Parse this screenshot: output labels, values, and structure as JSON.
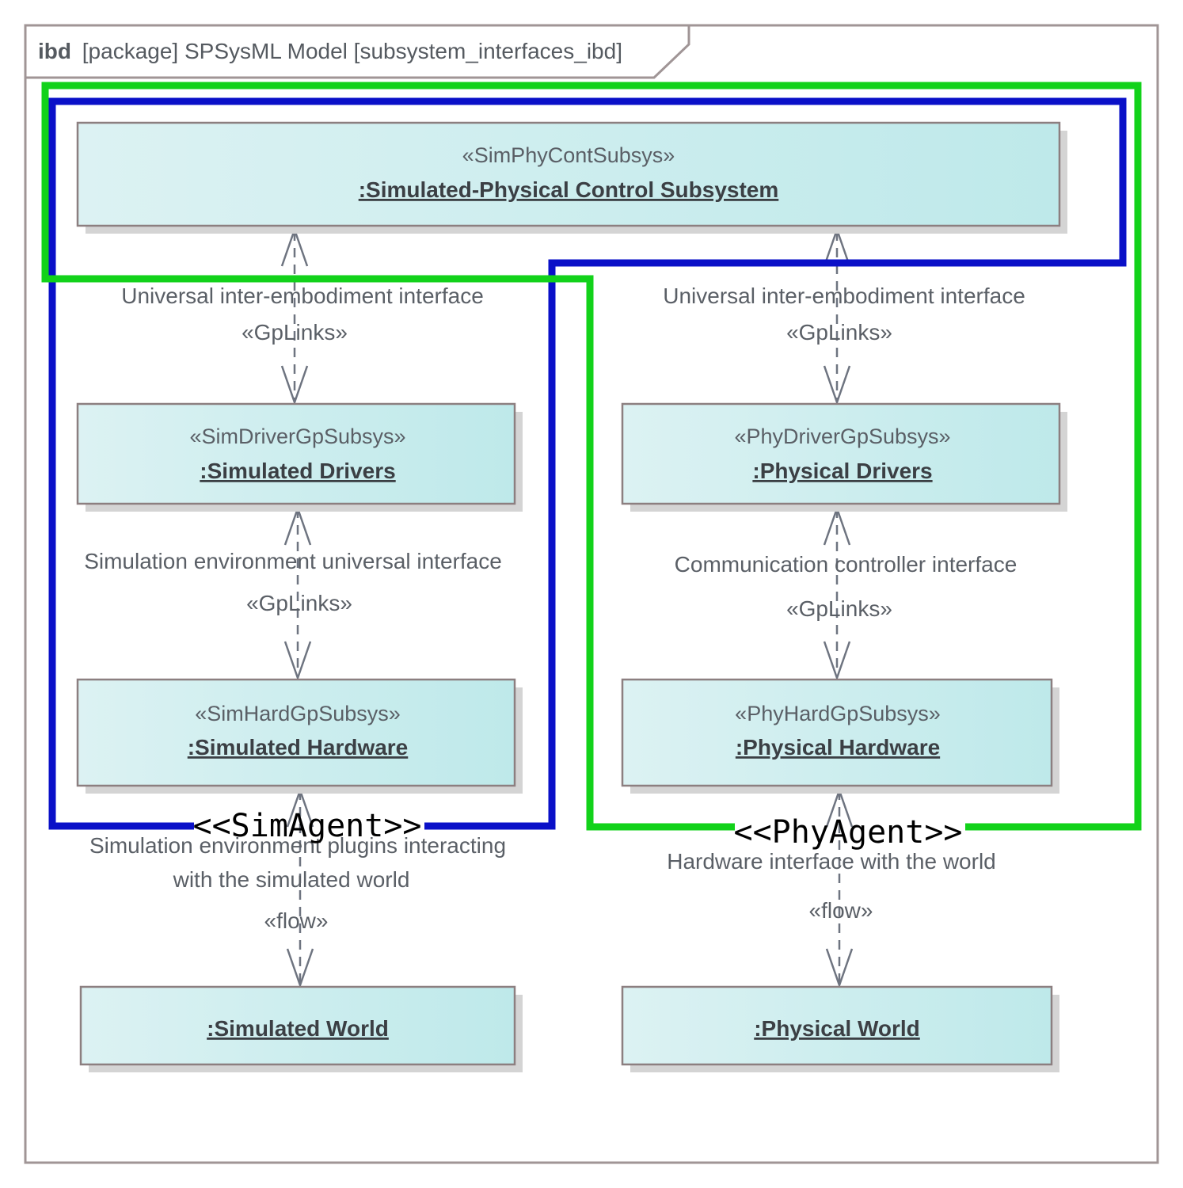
{
  "frame": {
    "kind": "ibd",
    "title": "[package] SPSysML Model [subsystem_interfaces_ibd]"
  },
  "blocks": {
    "control": {
      "stereotype": "«SimPhyContSubsys»",
      "name": ":Simulated-Physical Control Subsystem"
    },
    "sim_drivers": {
      "stereotype": "«SimDriverGpSubsys»",
      "name": ":Simulated Drivers"
    },
    "phy_drivers": {
      "stereotype": "«PhyDriverGpSubsys»",
      "name": ":Physical Drivers"
    },
    "sim_hardware": {
      "stereotype": "«SimHardGpSubsys»",
      "name": ":Simulated Hardware"
    },
    "phy_hardware": {
      "stereotype": "«PhyHardGpSubsys»",
      "name": ":Physical Hardware"
    },
    "sim_world": {
      "name": ":Simulated World"
    },
    "phy_world": {
      "name": ":Physical World"
    }
  },
  "connectors": {
    "sim_upper": {
      "label": "Universal inter-embodiment interface",
      "stereotype": "«GpLinks»"
    },
    "phy_upper": {
      "label": "Universal inter-embodiment interface",
      "stereotype": "«GpLinks»"
    },
    "sim_middle": {
      "label": "Simulation environment universal interface",
      "stereotype": "«GpLinks»"
    },
    "phy_middle": {
      "label": "Communication controller interface",
      "stereotype": "«GpLinks»"
    },
    "sim_lower": {
      "label_line1": "Simulation environment plugins interacting",
      "label_line2": "with the simulated world",
      "stereotype": "«flow»"
    },
    "phy_lower": {
      "label": "Hardware interface with the world",
      "stereotype": "«flow»"
    }
  },
  "agents": {
    "sim": {
      "label": "<<SimAgent>>",
      "color": "#0a10c8"
    },
    "phy": {
      "label": "<<PhyAgent>>",
      "color": "#12d21a"
    }
  },
  "colors": {
    "block_fill_start": "#dcf2f3",
    "block_fill_end": "#bee9ea",
    "block_border": "#8c7f80",
    "connector": "#6e7480",
    "frame_border": "#a09596"
  }
}
